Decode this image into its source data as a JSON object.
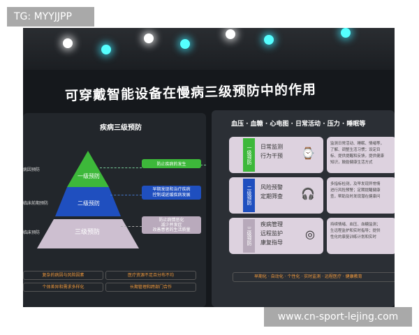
{
  "watermark_top": "TG: MYYJJPP",
  "watermark_bottom": "www.cn-sport-lejing.com",
  "slide": {
    "title": "可穿戴智能设备在慢病三级预防中的作用",
    "left": {
      "title": "疾病三级预防",
      "side_labels": [
        "病因预防",
        "临床前期预防",
        "临床预防"
      ],
      "levels": [
        {
          "label": "一级预防",
          "color": "#3db83a"
        },
        {
          "label": "二级预防",
          "color": "#1f4fbf"
        },
        {
          "label": "三级预防",
          "color": "#cdbfd0"
        }
      ],
      "tags": [
        "防止疾病的发生",
        "早期发现和治疗疾病\n控制或延缓疾病发展",
        "防止病情恶化\n减少并发症\n改善患者的生活质量"
      ],
      "bottom": [
        "复杂的病因与风险因素",
        "医疗资源不足且分布不均",
        "个体差异和需求多样化",
        "长期管理和跨部门合作"
      ]
    },
    "right": {
      "header": "血压 · 血糖 · 心电图 · 日常活动 · 压力 · 睡眠等",
      "cards": [
        {
          "level": "一级预防",
          "color": "#3db83a",
          "text": "日常监测\n行为干预",
          "icon": "smartwatch-icon",
          "desc": "监测日常活动、睡眠、情绪等，\n了解、调整生活习惯；设定目\n标、提供提醒和反馈，提供健康\n知识，鼓励健康生活方式"
        },
        {
          "level": "二级预防",
          "color": "#1f4fbf",
          "text": "风险预警\n定期筛查",
          "icon": "headphones-icon",
          "desc": "多指标检测，及早发现异常情\n进行风险预警；定期提醒健康\n查，帮助及时发现潜在健康问"
        },
        {
          "level": "三级预防",
          "color": "#b7a9ba",
          "text": "疾病管理\n远程监护\n康复指导",
          "icon": "vr-headset-icon",
          "desc": "持续情绪、血压、血糖监测；\n生远程监护和实时指导；提供\n性化的康复训练计划和实时"
        }
      ],
      "footer": "早期化 · 自动化 · 个性化 · 实时监测 · 远程医疗 · 健康教育"
    }
  }
}
